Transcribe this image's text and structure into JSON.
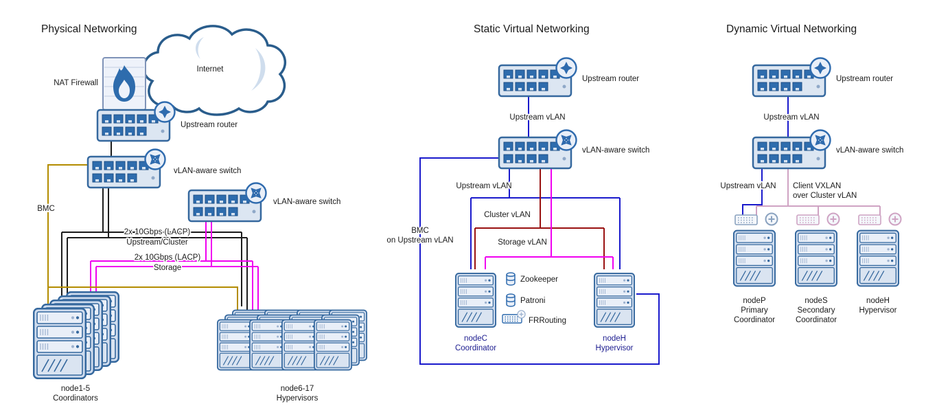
{
  "physical": {
    "title": "Physical Networking",
    "internet": "Internet",
    "nat_firewall": "NAT Firewall",
    "upstream_router": "Upstream router",
    "vlan_switch_a": "vLAN-aware switch",
    "vlan_switch_b": "vLAN-aware switch",
    "bmc": "BMC",
    "lacp_upstream_line1": "2x 10Gbps (LACP)",
    "lacp_upstream_line2": "Upstream/Cluster",
    "lacp_storage_line1": "2x 10Gbps (LACP)",
    "lacp_storage_line2": "Storage",
    "coordinators_name": "node1-5",
    "coordinators_role": "Coordinators",
    "hypervisors_name": "node6-17",
    "hypervisors_role": "Hypervisors"
  },
  "static_virtual": {
    "title": "Static Virtual Networking",
    "upstream_router": "Upstream router",
    "upstream_vlan_link": "Upstream vLAN",
    "vlan_switch": "vLAN-aware switch",
    "upstream_vlan_drop": "Upstream vLAN",
    "bmc_line1": "BMC",
    "bmc_line2": "on Upstream vLAN",
    "cluster_vlan": "Cluster vLAN",
    "storage_vlan": "Storage vLAN",
    "zookeeper": "Zookeeper",
    "patroni": "Patroni",
    "frrouting": "FRRouting",
    "nodec_name": "nodeC",
    "nodec_role": "Coordinator",
    "nodeh_name": "nodeH",
    "nodeh_role": "Hypervisor"
  },
  "dynamic_virtual": {
    "title": "Dynamic Virtual Networking",
    "upstream_router": "Upstream router",
    "upstream_vlan_link": "Upstream vLAN",
    "vlan_switch": "vLAN-aware switch",
    "upstream_vlan_drop": "Upstream vLAN",
    "client_vxlan_line1": "Client VXLAN",
    "client_vxlan_line2": "over Cluster vLAN",
    "nodep_name": "nodeP",
    "nodep_role1": "Primary",
    "nodep_role2": "Coordinator",
    "nodes_name": "nodeS",
    "nodes_role1": "Secondary",
    "nodes_role2": "Coordinator",
    "nodeh_name": "nodeH",
    "nodeh_role": "Hypervisor"
  },
  "colors": {
    "device_stroke": "#35689e",
    "upstream_vlan_blue": "#1a1acc",
    "cluster_vlan_red": "#991111",
    "storage_vlan_magenta": "#f000f0",
    "bmc_olive": "#b38c00",
    "client_vxlan_pink": "#cfa3c3",
    "physical_link_black": "#1c1c1c"
  }
}
